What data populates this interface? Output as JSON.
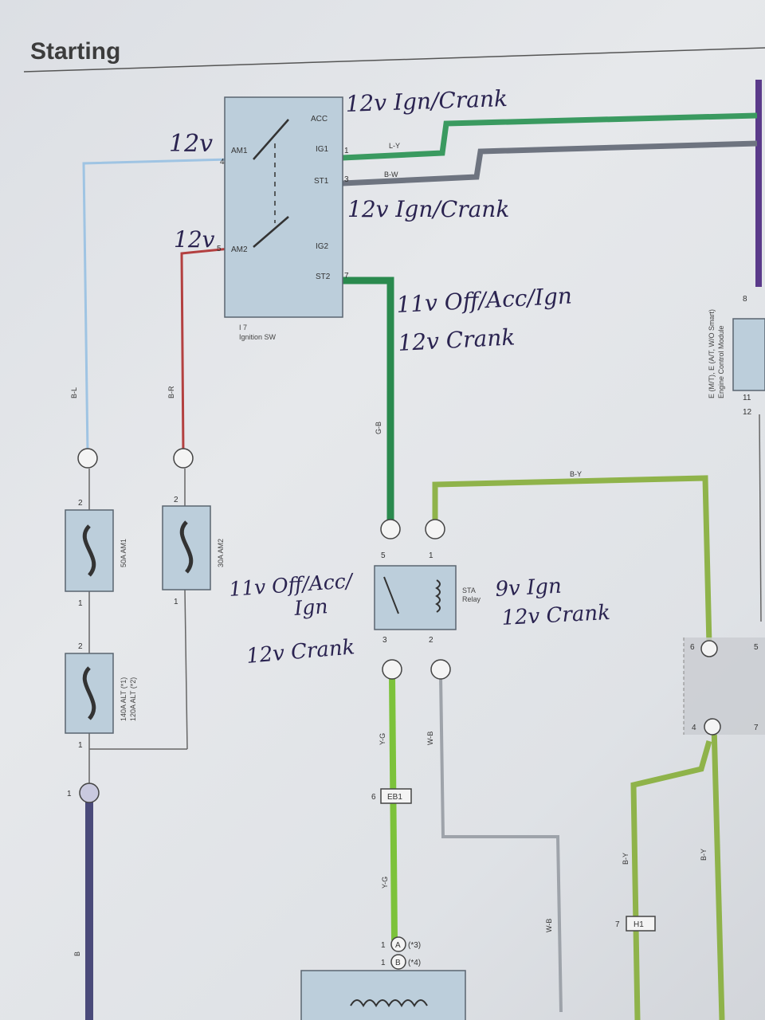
{
  "header": {
    "title": "Starting"
  },
  "ignition_switch": {
    "ref": "I 7",
    "name": "Ignition SW",
    "terminals": [
      "AM1",
      "AM2",
      "ACC",
      "IG1",
      "ST1",
      "IG2",
      "ST2"
    ],
    "pins": [
      "4",
      "5",
      "1",
      "3",
      "7"
    ]
  },
  "wires": [
    "L-Y",
    "B-W",
    "B-L",
    "B-R",
    "G-B",
    "B-Y",
    "Y-G",
    "W-B",
    "B-Y",
    "B-Y",
    "W-B",
    "B",
    "Y-G"
  ],
  "fuses": [
    {
      "name": "50A AM1",
      "pins": [
        "2",
        "1"
      ]
    },
    {
      "name": "30A AM2",
      "pins": [
        "2",
        "1"
      ]
    },
    {
      "name_lines": [
        "140A ALT (*1)",
        "120A ALT (*2)"
      ],
      "pins": [
        "2",
        "1"
      ]
    }
  ],
  "sta_relay": {
    "name_lines": [
      "STA",
      "Relay"
    ],
    "pins": [
      "5",
      "1",
      "3",
      "2"
    ]
  },
  "connectors": {
    "eb1": {
      "code": "EB1",
      "pin": "6"
    },
    "h1": {
      "code": "H1",
      "pin": "7"
    },
    "a": {
      "label": "A",
      "note": "(*3)",
      "pin": "1"
    },
    "b": {
      "label": "B",
      "note": "(*4)",
      "pin": "1"
    },
    "bottom_pin": "1",
    "right_pins": [
      "6",
      "5",
      "4",
      "7"
    ]
  },
  "ecm": {
    "label_lines": [
      "E (M/T), E (A/T, W/O Smart)",
      "Engine Control Module"
    ],
    "pins": [
      "8",
      "11",
      "12"
    ]
  },
  "annotations": {
    "am1_voltage": "12v",
    "am2_voltage": "12v",
    "ig1": "12v Ign/Crank",
    "st1": "12v Ign/Crank",
    "st2_line1": "11v Off/Acc/Ign",
    "st2_line2": "12v Crank",
    "relay_left_line1": "11v Off/Acc/",
    "relay_left_line2": "Ign",
    "relay_left_line3": "12v Crank",
    "relay_right_line1": "9v Ign",
    "relay_right_line2": "12v Crank"
  }
}
